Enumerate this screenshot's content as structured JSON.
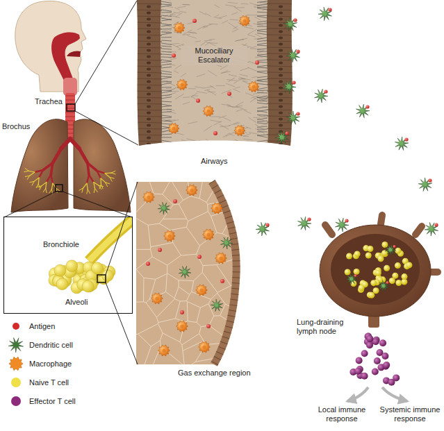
{
  "diagram": {
    "nodes": [
      {
        "text": [
          "Mucociliary Escalator",
          "Airways"
        ]
      },
      {
        "text": [
          "Bronchiole",
          "Alveoli"
        ]
      },
      {
        "text": [
          "Gas exchange region"
        ]
      },
      {
        "text": [
          "Lung-draining lymph node"
        ]
      }
    ],
    "labels": [
      "Trachea",
      "Brochus",
      "Local immune response",
      "Systemic immune response"
    ],
    "legend": [
      {
        "text": "Antigen",
        "color": "#d42a2a"
      },
      {
        "text": "Dendritic cell",
        "color": "#3f7a3a"
      },
      {
        "text": "Macrophage",
        "color": "#f08a24"
      },
      {
        "text": "Naive T cell",
        "color": "#efe04a"
      },
      {
        "text": "Effector T cell",
        "color": "#8e2a7a"
      }
    ]
  }
}
